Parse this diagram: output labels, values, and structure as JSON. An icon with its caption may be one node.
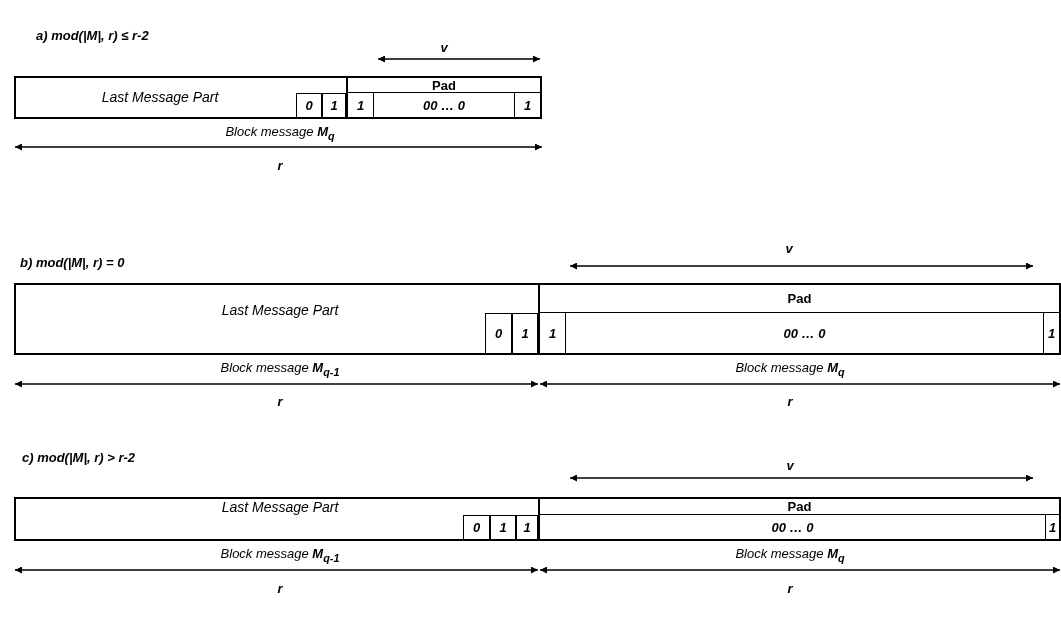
{
  "diagram": {
    "nodes": [
      {
        "text": [
          "Last Message Part"
        ]
      },
      {
        "text": [
          "Pad"
        ]
      },
      {
        "text": [
          "0"
        ],
        "in": 0
      },
      {
        "text": [
          "1"
        ],
        "in": 0
      },
      {
        "text": [
          "1"
        ]
      },
      {
        "text": [
          "00 … 0"
        ]
      },
      {
        "text": [
          "1"
        ]
      },
      {
        "text": [
          "Last Message Part"
        ]
      },
      {
        "text": [
          "Pad"
        ]
      },
      {
        "text": [
          "0"
        ],
        "in": 7
      },
      {
        "text": [
          "1"
        ],
        "in": 7
      },
      {
        "text": [
          "1"
        ]
      },
      {
        "text": [
          "00 … 0"
        ]
      },
      {
        "text": [
          "1"
        ]
      },
      {
        "text": [
          "Last Message Part"
        ]
      },
      {
        "text": [
          "Pad"
        ]
      },
      {
        "text": [
          "0"
        ],
        "in": 14
      },
      {
        "text": [
          "1"
        ],
        "in": 14
      },
      {
        "text": [
          "1"
        ],
        "in": 14
      },
      {
        "text": [
          "00 … 0"
        ]
      },
      {
        "text": [
          "1"
        ]
      }
    ],
    "labels": [
      "a) mod(|M|, r) ≤ r-2",
      "v",
      "Block message **M**$_{q}$",
      "r",
      "b) mod(|M|, r) = 0",
      "v",
      "Block message **M**$_{q-1}$",
      "Block message **M**$_{q}$",
      "r",
      "r",
      "c) mod(|M|, r) > r-2",
      "v",
      "Block message **M**$_{q-1}$",
      "Block message **M**$_{q}$",
      "r",
      "r"
    ]
  }
}
